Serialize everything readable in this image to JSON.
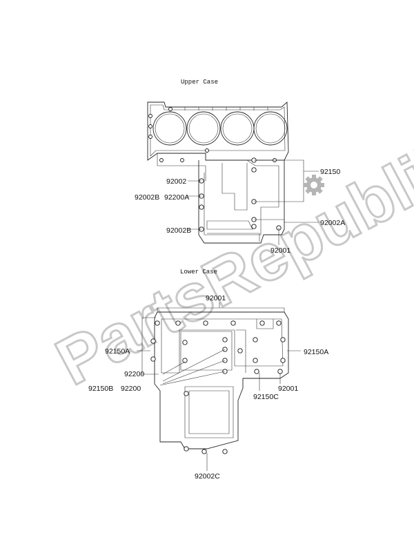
{
  "diagram": {
    "upper_title": "Upper Case",
    "lower_title": "Lower Case",
    "watermark": "PartsRepublik",
    "upper_labels": [
      "92150",
      "92002",
      "92002B",
      "92200A",
      "92002A",
      "92002B",
      "92001"
    ],
    "lower_labels": [
      "92001",
      "92150A",
      "92150A",
      "92200",
      "92150B",
      "92200",
      "92150C",
      "92001",
      "92002C"
    ],
    "icon": "gear-icon"
  }
}
